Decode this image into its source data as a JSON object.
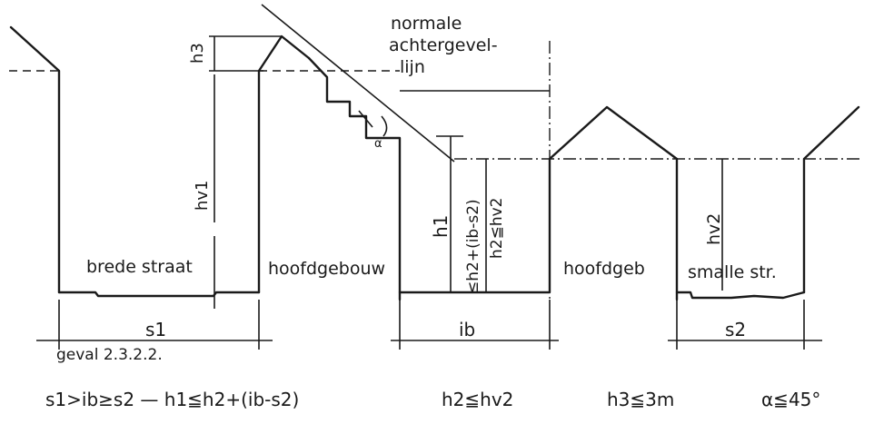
{
  "labels": {
    "h3": "h3",
    "normale_line1": "normale",
    "normale_line2": "achtergevel-",
    "normale_line3": "lijn",
    "hv1": "hv1",
    "h1": "h1",
    "h2_ib": "≤h2+(ib-s2)",
    "h2_hv2": "h2≦hv2",
    "hv2": "hv2",
    "brede_straat": "brede straat",
    "hoofdgebouw": "hoofdgebouw",
    "hoofdgeb": "hoofdgeb",
    "smalle_str": "smalle str.",
    "s1": "s1",
    "ib": "ib",
    "s2": "s2",
    "geval": "geval 2.3.2.2.",
    "alpha": "α"
  },
  "formulas": {
    "f1": "s1>ib≥s2 — h1≦h2+(ib-s2)",
    "f2": "h2≦hv2",
    "f3": "h3≦3m",
    "f4": "α≦45°"
  }
}
